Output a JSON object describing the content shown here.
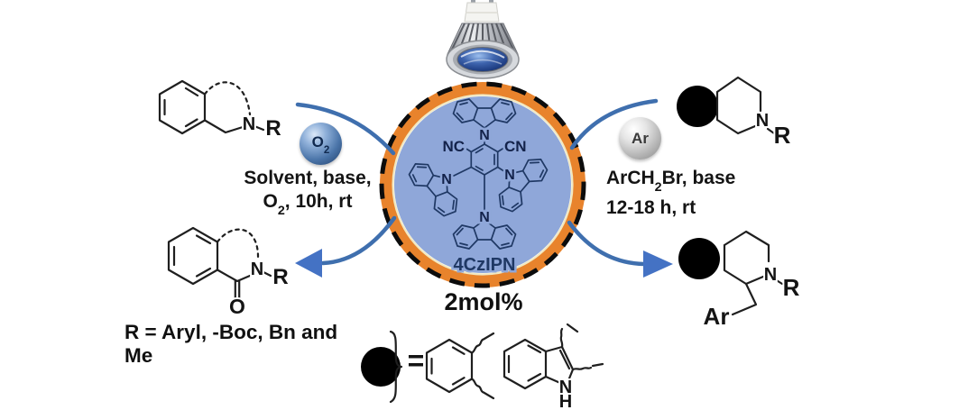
{
  "figure": {
    "type": "photocatalytic-reaction-scheme",
    "lamp": "blue-led-lamp"
  },
  "colors": {
    "circle_fill": "#8fa7d9",
    "ring_orange": "#e8832c",
    "arrow_blue": "#3f6fae",
    "arrowhead_blue": "#4472c4",
    "molecule_navy": "#1f3864",
    "o2_sphere_blue": "#4a74a8",
    "ar_sphere_gray": "#b5b5b5"
  },
  "catalyst": {
    "label": "4CzIPN",
    "loading": "2mol%",
    "nc": "NC",
    "cn": "CN",
    "n": "N"
  },
  "left_path": {
    "sphere": {
      "base": "O",
      "sub": "2"
    },
    "conditions": {
      "line1": "Solvent, base,",
      "line2_pre": "O",
      "line2_sub": "2",
      "line2_post": ", 10h, rt"
    },
    "reactant": {
      "n": "N",
      "r": "R"
    },
    "product": {
      "n": "N",
      "r": "R",
      "o": "O"
    },
    "r_definition": "R = Aryl, -Boc, Bn and Me"
  },
  "right_path": {
    "sphere": "Ar",
    "conditions": {
      "line1_pre": "ArCH",
      "line1_sub": "2",
      "line1_post": "Br, base",
      "line2": "12-18 h, rt"
    },
    "reactant": {
      "n": "N",
      "r": "R"
    },
    "product": {
      "n": "N",
      "r": "R",
      "ar": "Ar"
    }
  },
  "legend": {
    "equals": "=",
    "indole": {
      "n": "N",
      "h": "H"
    }
  }
}
